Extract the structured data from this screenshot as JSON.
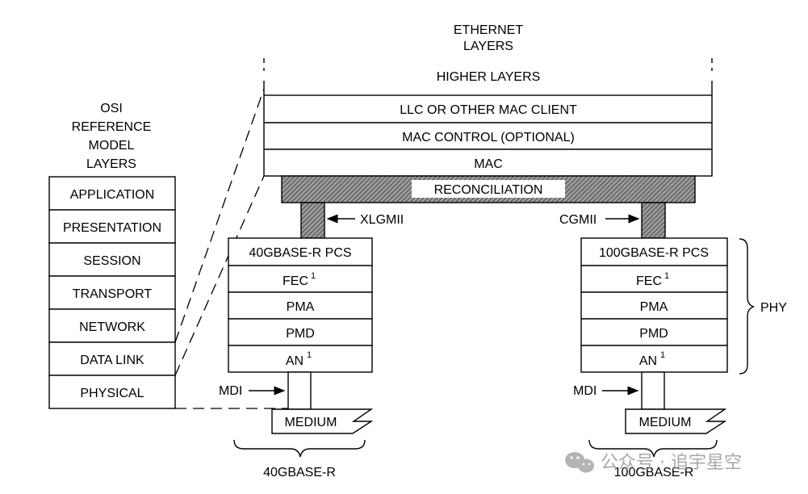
{
  "ethernet_header": [
    "ETHERNET",
    "LAYERS"
  ],
  "osi_header": [
    "OSI",
    "REFERENCE",
    "MODEL",
    "LAYERS"
  ],
  "osi_layers": [
    "APPLICATION",
    "PRESENTATION",
    "SESSION",
    "TRANSPORT",
    "NETWORK",
    "DATA LINK",
    "PHYSICAL"
  ],
  "ethernet_stack": {
    "higher": "HIGHER LAYERS",
    "llc": "LLC OR OTHER MAC CLIENT",
    "mac_control": "MAC CONTROL (OPTIONAL)",
    "mac": "MAC",
    "reconciliation": "RECONCILIATION"
  },
  "phy_left": {
    "interface": "XLGMII",
    "pcs": "40GBASE-R PCS",
    "fec": "FEC",
    "fec_sup": "1",
    "pma": "PMA",
    "pmd": "PMD",
    "an": "AN",
    "an_sup": "1",
    "mdi": "MDI",
    "medium": "MEDIUM",
    "label": "40GBASE-R"
  },
  "phy_right": {
    "interface": "CGMII",
    "pcs": "100GBASE-R PCS",
    "fec": "FEC",
    "fec_sup": "1",
    "pma": "PMA",
    "pmd": "PMD",
    "an": "AN",
    "an_sup": "1",
    "mdi": "MDI",
    "medium": "MEDIUM",
    "label": "100GBASE-R"
  },
  "phy_brace_label": "PHY",
  "watermark": "公众号 · 追宇星空",
  "icons": [
    "arrow-icon",
    "wechat-logo-icon"
  ]
}
